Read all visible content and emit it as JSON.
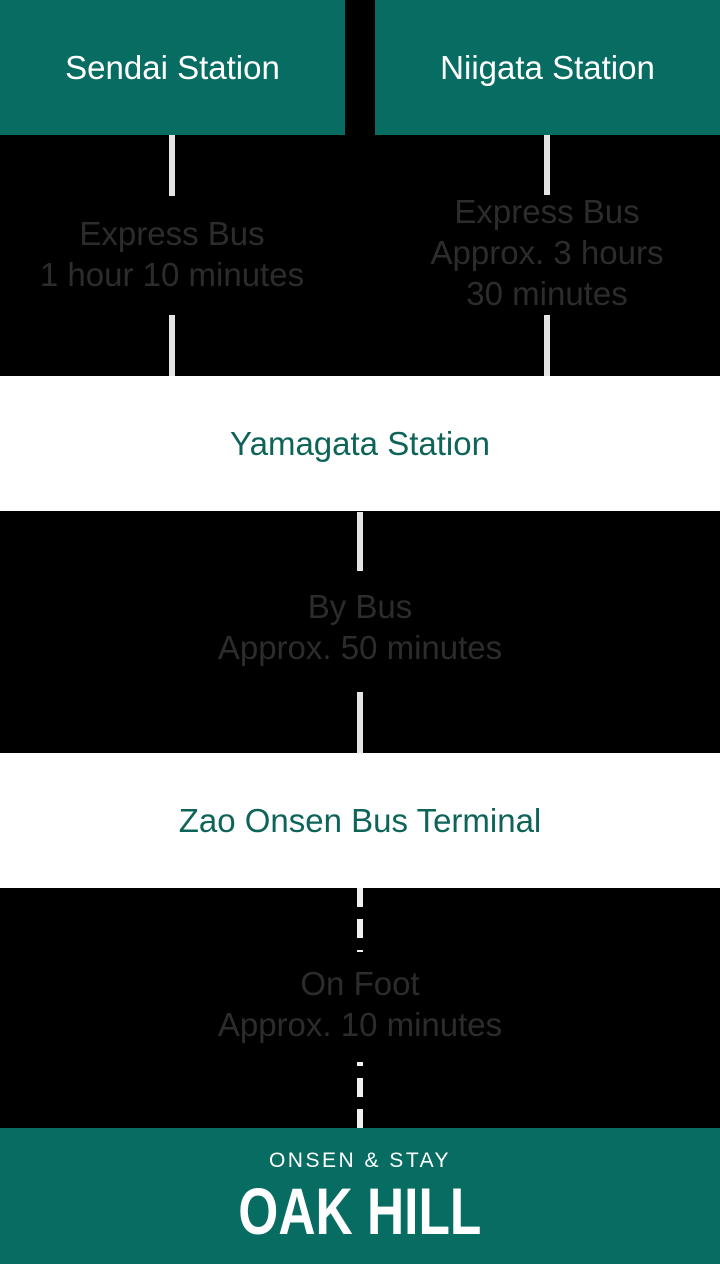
{
  "colors": {
    "teal": "#076d63",
    "teal_text": "#0e6459",
    "background": "#000000",
    "connector_line": "#e4e4e4",
    "dashed_line": "#f0f0f0",
    "route_text": "#2c2c2c",
    "band_background": "#ffffff",
    "station_text": "#ffffff"
  },
  "stations": {
    "sendai": "Sendai Station",
    "niigata": "Niigata Station",
    "yamagata": "Yamagata Station",
    "zao_terminal": "Zao Onsen Bus Terminal"
  },
  "legs": {
    "sendai_to_yamagata": [
      "Express Bus",
      "1 hour 10 minutes"
    ],
    "niigata_to_yamagata": [
      "Express Bus",
      "Approx. 3 hours",
      "30 minutes"
    ],
    "yamagata_to_zao": [
      "By Bus",
      "Approx. 50 minutes"
    ],
    "zao_to_hotel": [
      "On Foot",
      "Approx. 10 minutes"
    ]
  },
  "footer": {
    "tagline": "ONSEN & STAY",
    "brand": "OAK HILL"
  }
}
